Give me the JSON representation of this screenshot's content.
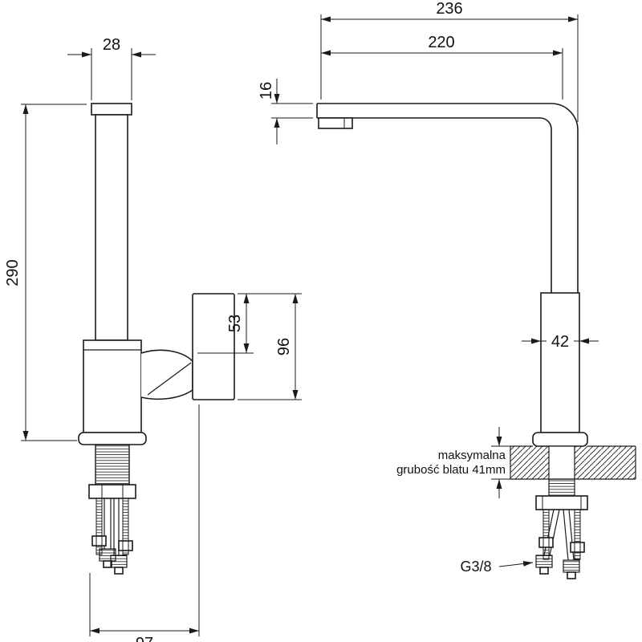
{
  "side_view": {
    "handle_width": "28",
    "total_height": "290",
    "grip_offset": "53",
    "grip_length": "96",
    "base_depth": "97"
  },
  "front_view": {
    "total_reach": "236",
    "spout_reach": "220",
    "spout_height": "16",
    "body_width": "42",
    "countertop_note_line1": "maksymalna",
    "countertop_note_line2": "grubość blatu 41mm",
    "thread_size": "G3/8"
  },
  "colors": {
    "line": "#1a1a1a",
    "background": "#ffffff"
  }
}
